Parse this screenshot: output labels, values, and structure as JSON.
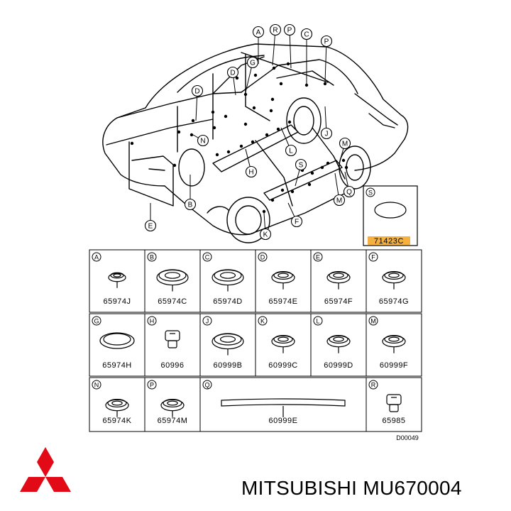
{
  "diagram": {
    "callout_letters": [
      "A",
      "R",
      "P",
      "C",
      "P",
      "D",
      "G",
      "D",
      "N",
      "J",
      "L",
      "H",
      "M",
      "S",
      "B",
      "E",
      "K",
      "F",
      "M",
      "Q"
    ],
    "highlight_part": {
      "letter": "S",
      "number": "71423C",
      "highlight_color": "#f5b041"
    },
    "parts": [
      {
        "letter": "A",
        "number": "65974J"
      },
      {
        "letter": "B",
        "number": "65974C"
      },
      {
        "letter": "C",
        "number": "65974D"
      },
      {
        "letter": "D",
        "number": "65974E"
      },
      {
        "letter": "E",
        "number": "65974F"
      },
      {
        "letter": "F",
        "number": "65974G"
      },
      {
        "letter": "G",
        "number": "65974H"
      },
      {
        "letter": "H",
        "number": "60996"
      },
      {
        "letter": "J",
        "number": "60999B"
      },
      {
        "letter": "K",
        "number": "60999C"
      },
      {
        "letter": "L",
        "number": "60999D"
      },
      {
        "letter": "M",
        "number": "60999F"
      },
      {
        "letter": "N",
        "number": "65974K"
      },
      {
        "letter": "P",
        "number": "65974M"
      },
      {
        "letter": "Q",
        "number": "60999E"
      },
      {
        "letter": "R",
        "number": "65985"
      }
    ],
    "drawing_code": "D00049"
  },
  "brand": {
    "name": "MITSUBISHI",
    "part_number": "MU670004",
    "logo_color": "#e10a16"
  }
}
